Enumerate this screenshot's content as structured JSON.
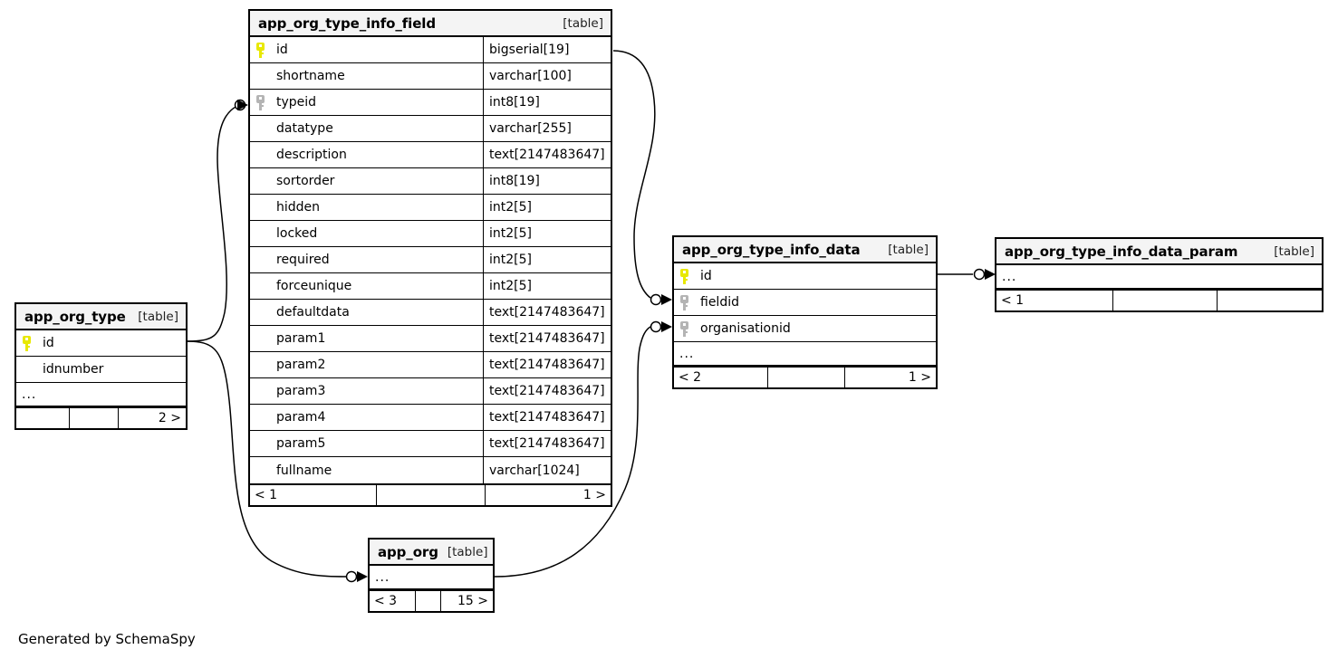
{
  "diagram": {
    "generated_by": "Generated by SchemaSpy",
    "kind_label": "[table]",
    "ellipsis": "...",
    "colors": {
      "primary_key_icon": "#e8e800",
      "foreign_key_icon": "#b4b4b4",
      "table_border": "#000000",
      "table_header_bg": "#f4f4f4",
      "background": "#ffffff",
      "edge": "#000000"
    }
  },
  "tables": {
    "app_org_type_info_field": {
      "title": "app_org_type_info_field",
      "kind": "[table]",
      "columns": [
        {
          "key": "pk",
          "name": "id",
          "type": "bigserial[19]"
        },
        {
          "key": "",
          "name": "shortname",
          "type": "varchar[100]"
        },
        {
          "key": "fk",
          "name": "typeid",
          "type": "int8[19]"
        },
        {
          "key": "",
          "name": "datatype",
          "type": "varchar[255]"
        },
        {
          "key": "",
          "name": "description",
          "type": "text[2147483647]"
        },
        {
          "key": "",
          "name": "sortorder",
          "type": "int8[19]"
        },
        {
          "key": "",
          "name": "hidden",
          "type": "int2[5]"
        },
        {
          "key": "",
          "name": "locked",
          "type": "int2[5]"
        },
        {
          "key": "",
          "name": "required",
          "type": "int2[5]"
        },
        {
          "key": "",
          "name": "forceunique",
          "type": "int2[5]"
        },
        {
          "key": "",
          "name": "defaultdata",
          "type": "text[2147483647]"
        },
        {
          "key": "",
          "name": "param1",
          "type": "text[2147483647]"
        },
        {
          "key": "",
          "name": "param2",
          "type": "text[2147483647]"
        },
        {
          "key": "",
          "name": "param3",
          "type": "text[2147483647]"
        },
        {
          "key": "",
          "name": "param4",
          "type": "text[2147483647]"
        },
        {
          "key": "",
          "name": "param5",
          "type": "text[2147483647]"
        },
        {
          "key": "",
          "name": "fullname",
          "type": "varchar[1024]"
        }
      ],
      "has_ellipsis_row": false,
      "footer": {
        "left": "< 1",
        "middle": "",
        "right": "1 >"
      }
    },
    "app_org_type": {
      "title": "app_org_type",
      "kind": "[table]",
      "columns": [
        {
          "key": "pk",
          "name": "id",
          "type": ""
        },
        {
          "key": "",
          "name": "idnumber",
          "type": ""
        }
      ],
      "has_ellipsis_row": true,
      "footer": {
        "left": "",
        "middle": "",
        "right": "2 >"
      }
    },
    "app_org_type_info_data": {
      "title": "app_org_type_info_data",
      "kind": "[table]",
      "columns": [
        {
          "key": "pk",
          "name": "id",
          "type": ""
        },
        {
          "key": "fk",
          "name": "fieldid",
          "type": ""
        },
        {
          "key": "fk",
          "name": "organisationid",
          "type": ""
        }
      ],
      "has_ellipsis_row": true,
      "footer": {
        "left": "< 2",
        "middle": "",
        "right": "1 >"
      }
    },
    "app_org_type_info_data_param": {
      "title": "app_org_type_info_data_param",
      "kind": "[table]",
      "columns": [],
      "has_ellipsis_row": true,
      "footer": {
        "left": "< 1",
        "middle": "",
        "right": ""
      }
    },
    "app_org": {
      "title": "app_org",
      "kind": "[table]",
      "columns": [],
      "has_ellipsis_row": true,
      "footer": {
        "left": "< 3",
        "middle": "",
        "right": "15 >"
      }
    }
  },
  "relationships": [
    {
      "from": "app_org_type.id",
      "to": "app_org_type_info_field.typeid"
    },
    {
      "from": "app_org_type.id",
      "to": "app_org.ellipsis"
    },
    {
      "from": "app_org_type_info_field.id",
      "to": "app_org_type_info_data.fieldid"
    },
    {
      "from": "app_org.ellipsis",
      "to": "app_org_type_info_data.organisationid"
    },
    {
      "from": "app_org_type_info_data.id",
      "to": "app_org_type_info_data_param.ellipsis"
    }
  ]
}
